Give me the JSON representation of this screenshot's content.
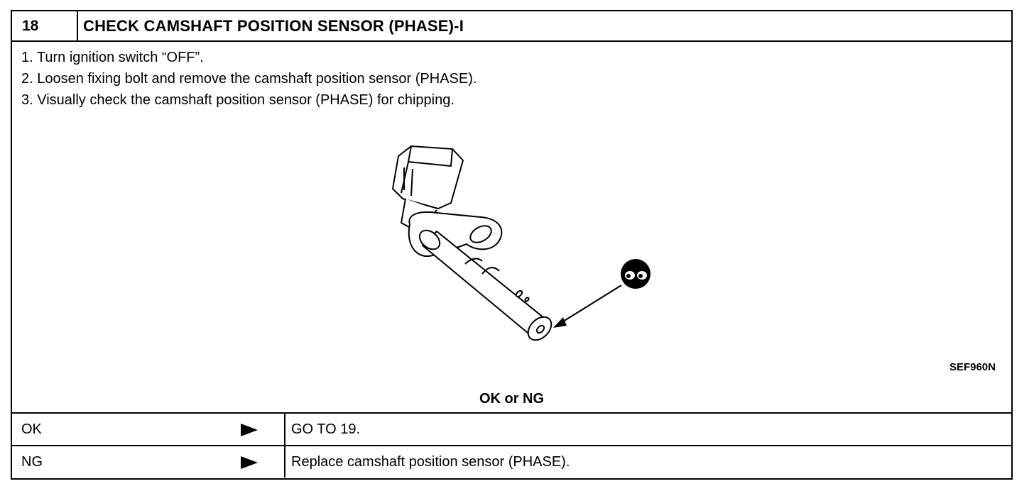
{
  "header": {
    "step_number": "18",
    "title": "CHECK CAMSHAFT POSITION SENSOR (PHASE)-I"
  },
  "steps": [
    "1. Turn ignition switch “OFF”.",
    "2. Loosen fixing bolt and remove the camshaft position sensor (PHASE).",
    "3. Visually check the camshaft position sensor (PHASE) for chipping."
  ],
  "figure": {
    "code": "SEF960N",
    "icon": "eyes-inspect-icon"
  },
  "decision_label": "OK or NG",
  "results": [
    {
      "key": "OK",
      "value": "GO TO 19."
    },
    {
      "key": "NG",
      "value": "Replace camshaft position sensor (PHASE)."
    }
  ]
}
